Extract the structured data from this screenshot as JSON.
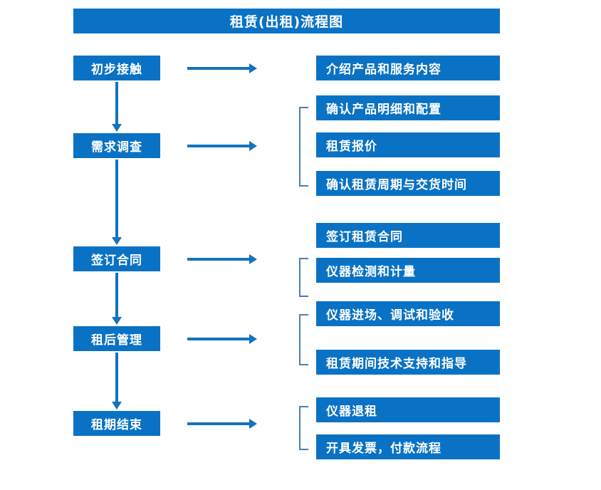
{
  "diagram": {
    "title": "租赁(出租)流程图",
    "accent_color": "#0A72C4",
    "arrow_color": "#1273BE",
    "bracket_color": "#4C7EB5",
    "background_color": "#FFFFFF"
  },
  "stages": [
    {
      "label": "初步接触"
    },
    {
      "label": "需求调查"
    },
    {
      "label": "签订合同"
    },
    {
      "label": "租后管理"
    },
    {
      "label": "租期结束"
    }
  ],
  "details": [
    {
      "label": "介绍产品和服务内容"
    },
    {
      "label": "确认产品明细和配置"
    },
    {
      "label": "租赁报价"
    },
    {
      "label": "确认租赁周期与交货时间"
    },
    {
      "label": "签订租赁合同"
    },
    {
      "label": "仪器检测和计量"
    },
    {
      "label": "仪器进场、调试和验收"
    },
    {
      "label": "租赁期间技术支持和指导"
    },
    {
      "label": "仪器退租"
    },
    {
      "label": "开具发票，付款流程"
    }
  ]
}
